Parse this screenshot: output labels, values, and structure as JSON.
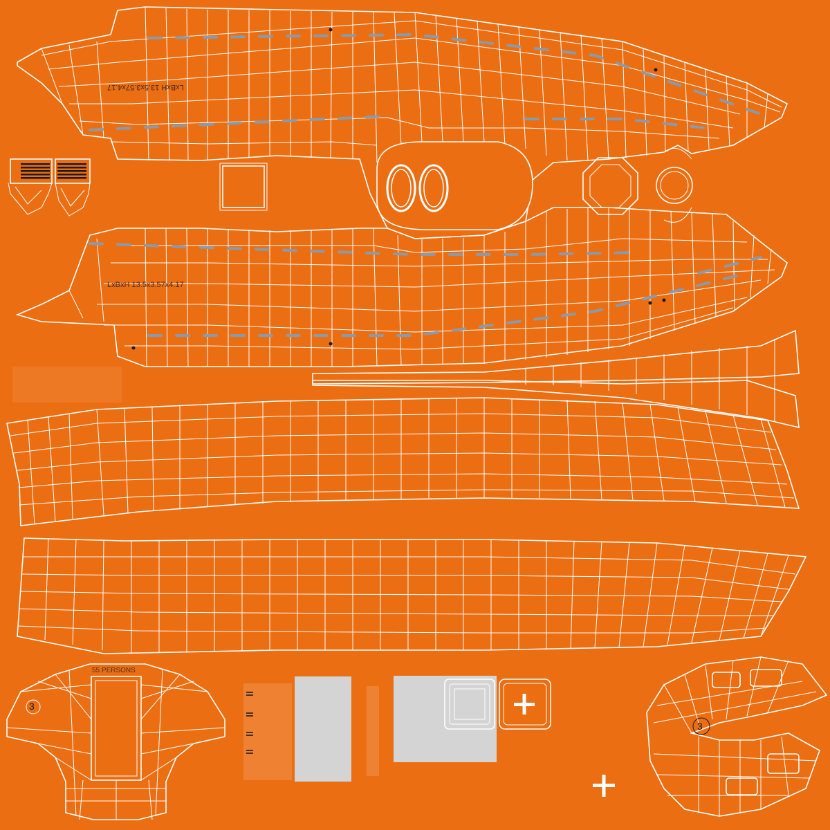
{
  "labels": {
    "dimensions_top": "LxBxH 13.5x3.57x4.17",
    "dimensions_bottom": "LxBxH 13.5x3.57x4.17",
    "capacity": "55 PERSONS",
    "hull_number_left": "3",
    "hull_number_right": "3",
    "portholes": "00"
  },
  "colors": {
    "hull_orange": "#ec6e12",
    "wireframe": "#ffffff",
    "waterline_dash": "#8a9aa8",
    "plate_grey": "#d4d4d4"
  },
  "icons": [
    "plus-icon",
    "vent-grille-icon"
  ]
}
